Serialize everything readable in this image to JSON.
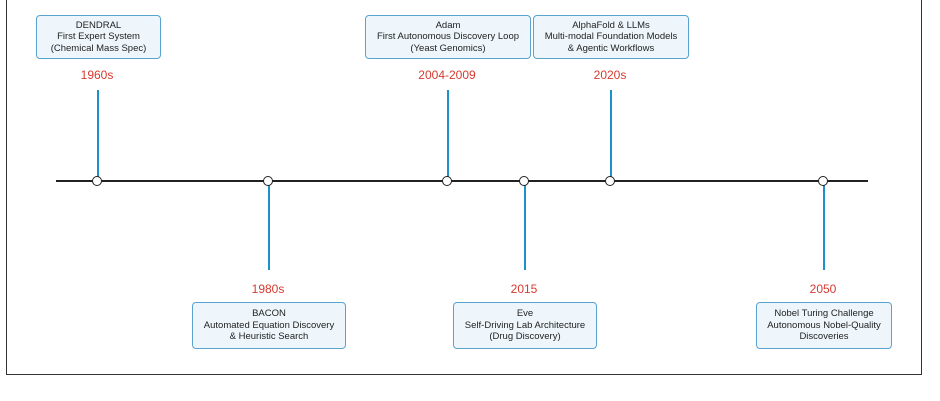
{
  "events": [
    {
      "year": "1960s",
      "lines": [
        "DENDRAL",
        "First Expert System",
        "(Chemical Mass Spec)"
      ]
    },
    {
      "year": "1980s",
      "lines": [
        "BACON",
        "Automated Equation Discovery",
        "& Heuristic Search"
      ]
    },
    {
      "year": "2004-2009",
      "lines": [
        "Adam",
        "First Autonomous Discovery Loop",
        "(Yeast Genomics)"
      ]
    },
    {
      "year": "2015",
      "lines": [
        "Eve",
        "Self-Driving Lab Architecture",
        "(Drug Discovery)"
      ]
    },
    {
      "year": "2020s",
      "lines": [
        "AlphaFold & LLMs",
        "Multi-modal Foundation Models",
        "& Agentic Workflows"
      ]
    },
    {
      "year": "2050",
      "lines": [
        "Nobel Turing Challenge",
        "Autonomous Nobel-Quality",
        "Discoveries"
      ]
    }
  ],
  "colors": {
    "stem": "#1f8fc9",
    "year": "#d63a30",
    "card_border": "#5aa3cf",
    "card_fill": "#eef6fb"
  }
}
